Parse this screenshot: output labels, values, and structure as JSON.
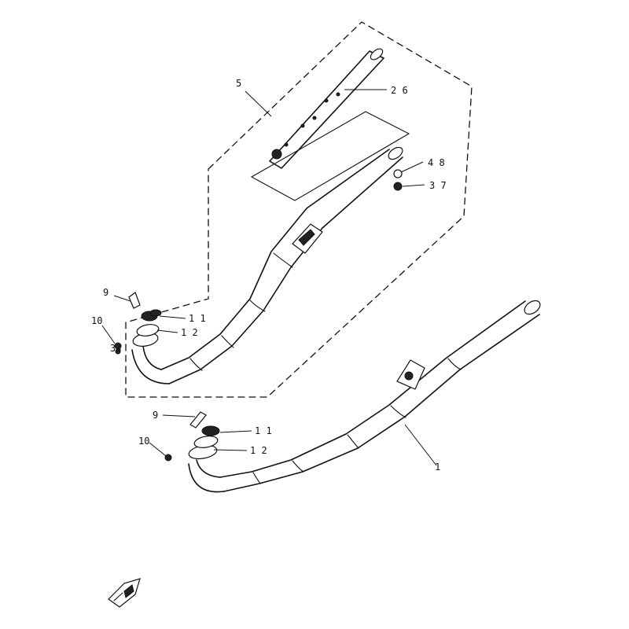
{
  "callouts": {
    "c1": "1",
    "c5": "5",
    "c9_upper": "9",
    "c9_lower": "9",
    "c10_upper": "10",
    "c10_lower": "10",
    "c11_upper": "1 1",
    "c11_lower": "1 1",
    "c12_upper": "1 2",
    "c12_lower": "1 2",
    "c26": "2 6",
    "c48": "4 8",
    "c37": "3 7",
    "c33": "33"
  },
  "colors": {
    "ink": "#111111",
    "paper": "#ffffff"
  },
  "icons": {
    "front_arrow": "front-arrow-icon"
  }
}
